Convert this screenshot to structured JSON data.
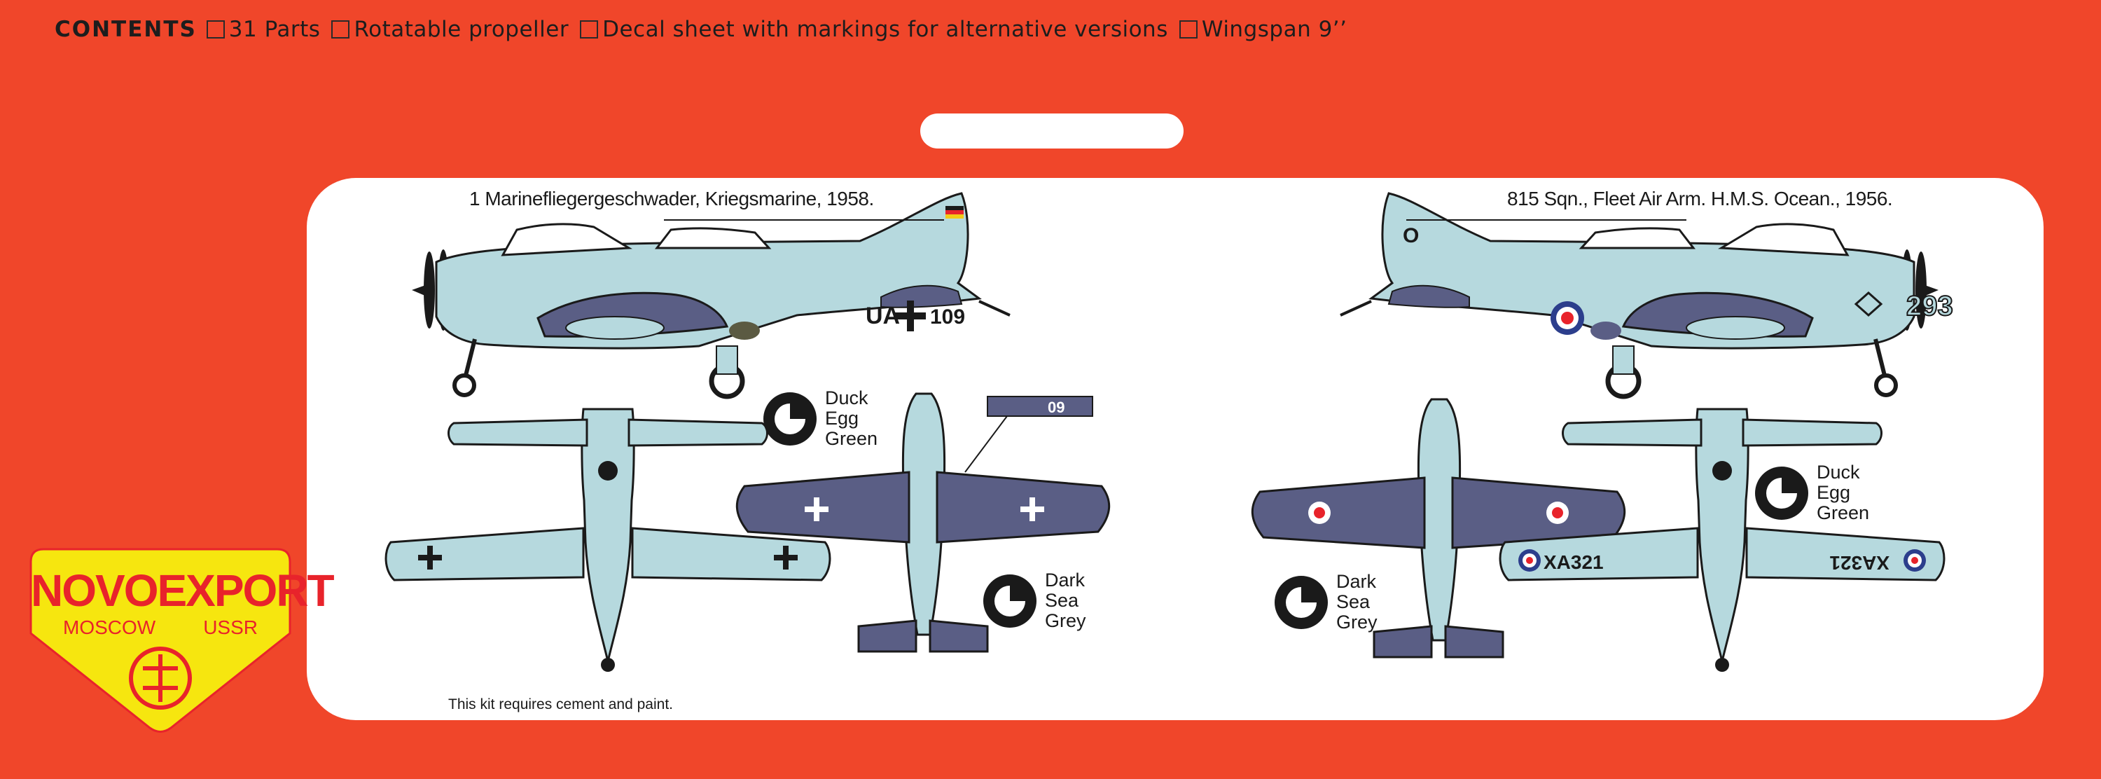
{
  "contents": {
    "lead": "CONTENTS",
    "items": [
      "31 Parts",
      "Rotatable propeller",
      "Decal sheet with markings for alternative versions",
      "Wingspan 9’’"
    ]
  },
  "captions": {
    "left": "1 Marinefliegergeschwader, Kriegsmarine, 1958.",
    "right": "815 Sqn., Fleet Air Arm. H.M.S. Ocean., 1956.",
    "note": "This kit requires cement and paint."
  },
  "colors": {
    "left_top": [
      "Duck",
      "Egg",
      "Green"
    ],
    "left_bottom": [
      "Dark",
      "Sea",
      "Grey"
    ],
    "right_bottom": [
      "Dark",
      "Sea",
      "Grey"
    ],
    "right_top": [
      "Duck",
      "Egg",
      "Green"
    ],
    "duck_egg_green": "#b6d9de",
    "dark_sea_grey": "#5a5e85",
    "background": "#f0462a"
  },
  "markings": {
    "left_code": "UA",
    "left_num": "109",
    "tail_tag": "09",
    "right_num": "293",
    "right_serial": "XA321",
    "right_fin": "O"
  },
  "logo": {
    "title": "NOVOEXPORT",
    "city": "MOSCOW",
    "country": "USSR"
  }
}
